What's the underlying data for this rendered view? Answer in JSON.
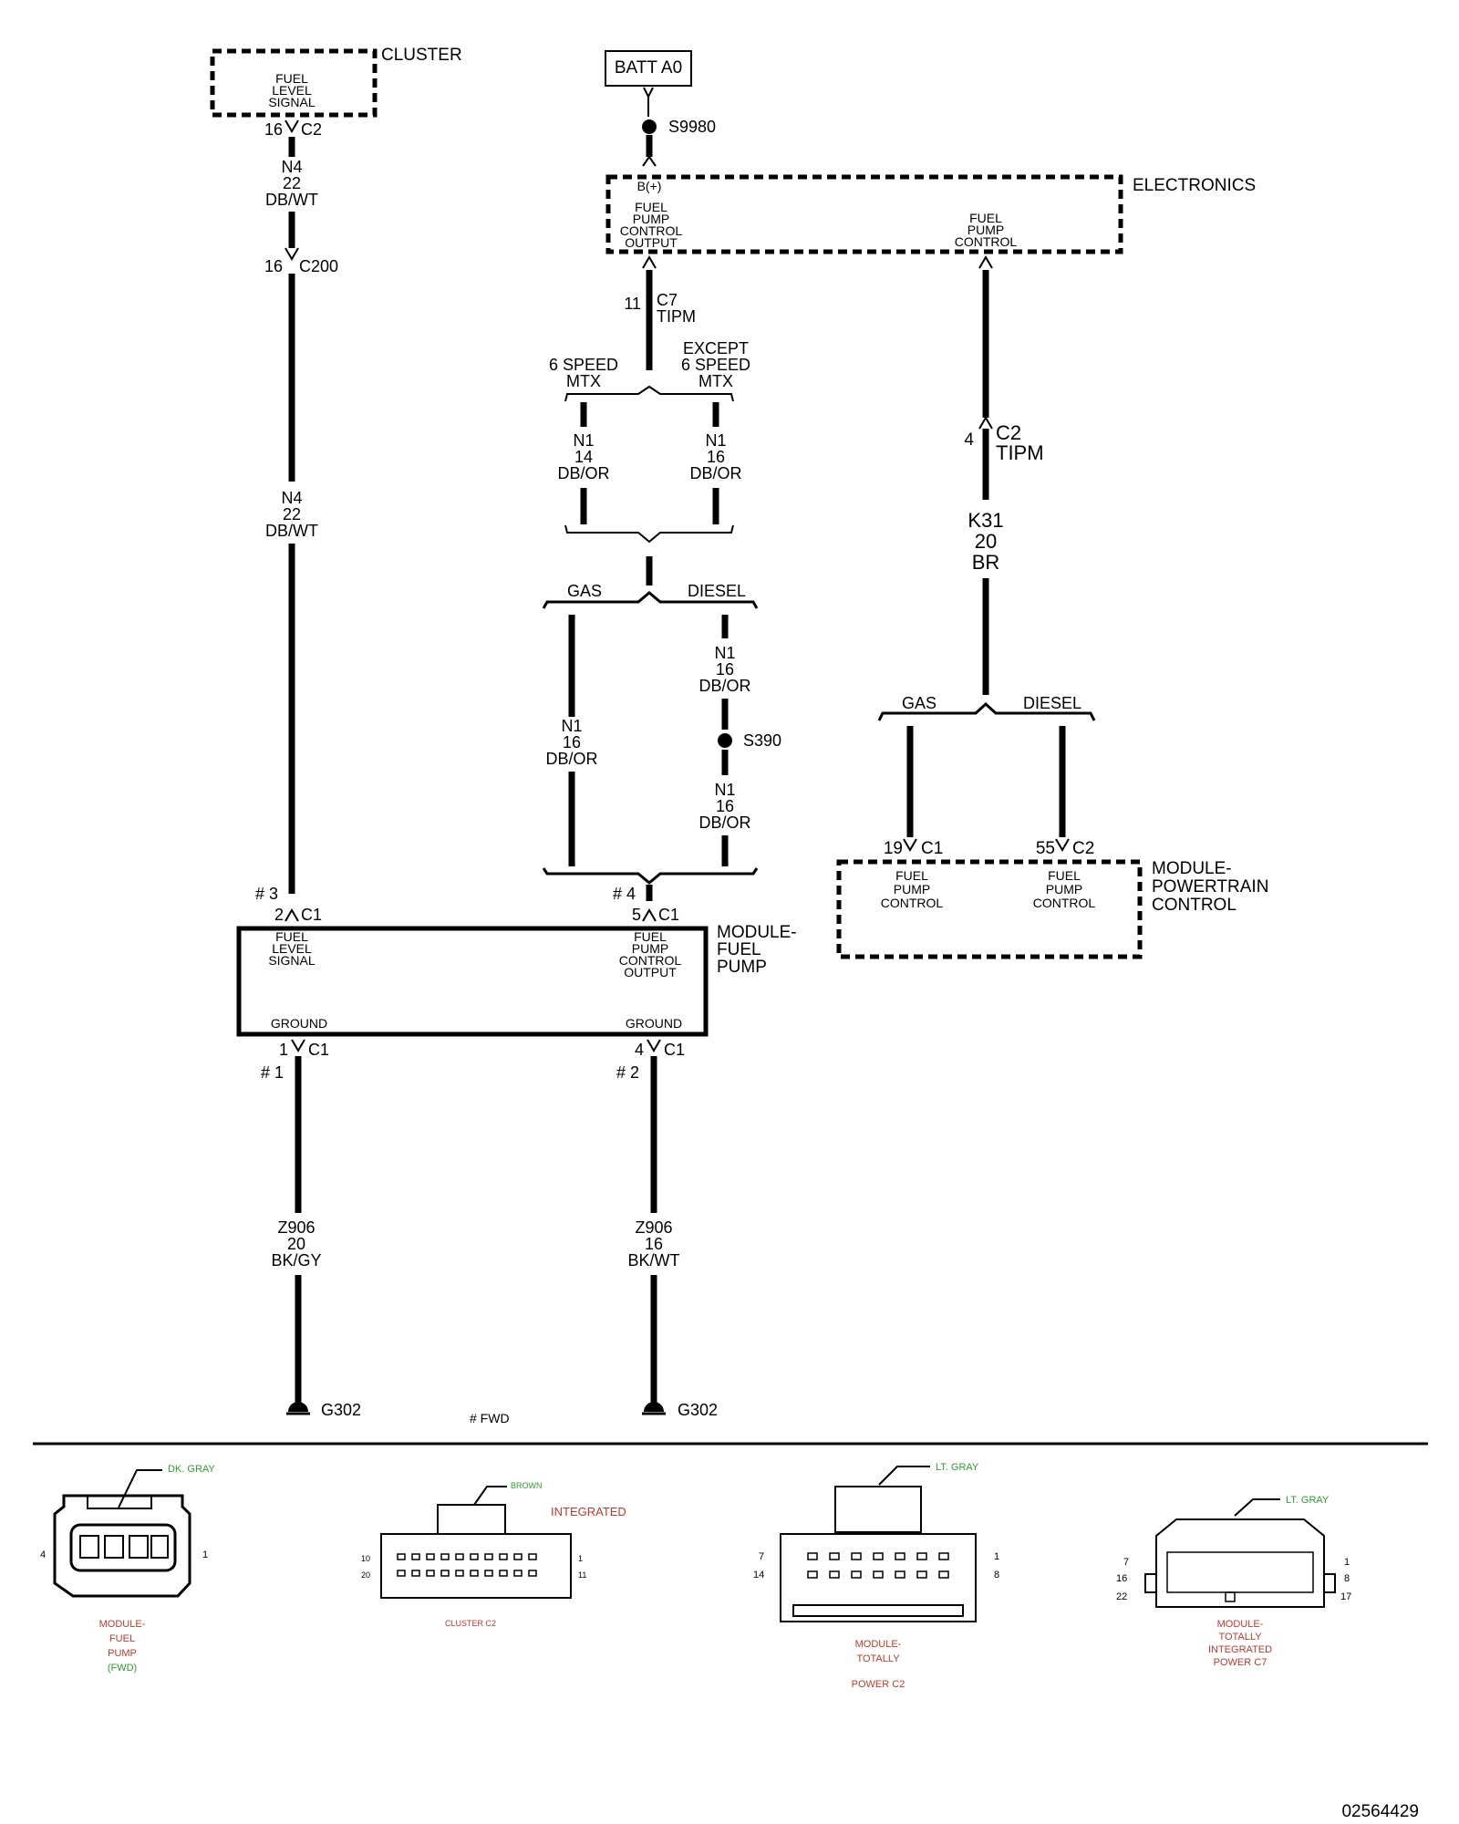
{
  "cluster": {
    "title": "CLUSTER",
    "fn_line1": "FUEL",
    "fn_line2": "LEVEL",
    "fn_line3": "SIGNAL",
    "pin": "16",
    "conn": "C2"
  },
  "n4_upper": {
    "circuit": "N4",
    "gauge": "22",
    "color": "DB/WT"
  },
  "c200": {
    "pin": "16",
    "conn": "C200"
  },
  "n4_lower": {
    "circuit": "N4",
    "gauge": "22",
    "color": "DB/WT"
  },
  "batt": {
    "label": "BATT A0",
    "splice": "S9980"
  },
  "electronics": {
    "title": "ELECTRONICS",
    "bplus": "B(+)",
    "out_l1": "FUEL",
    "out_l2": "PUMP",
    "out_l3": "CONTROL",
    "out_l4": "OUTPUT",
    "ctl_l1": "FUEL",
    "ctl_l2": "PUMP",
    "ctl_l3": "CONTROL"
  },
  "c7": {
    "pin": "11",
    "conn": "C7",
    "module": "TIPM"
  },
  "branch_trans": {
    "left_l1": "6 SPEED",
    "left_l2": "MTX",
    "right_l1": "EXCEPT",
    "right_l2": "6 SPEED",
    "right_l3": "MTX"
  },
  "n1_14": {
    "circuit": "N1",
    "gauge": "14",
    "color": "DB/OR"
  },
  "n1_16_a": {
    "circuit": "N1",
    "gauge": "16",
    "color": "DB/OR"
  },
  "branch_fuel": {
    "gas": "GAS",
    "diesel": "DIESEL"
  },
  "n1_16_diesel_top": {
    "circuit": "N1",
    "gauge": "16",
    "color": "DB/OR"
  },
  "s390": "S390",
  "n1_16_gas": {
    "circuit": "N1",
    "gauge": "16",
    "color": "DB/OR"
  },
  "n1_16_diesel_bot": {
    "circuit": "N1",
    "gauge": "16",
    "color": "DB/OR"
  },
  "c2_tipm": {
    "pin": "4",
    "conn": "C2",
    "module": "TIPM"
  },
  "k31": {
    "circuit": "K31",
    "gauge": "20",
    "color": "BR"
  },
  "branch_pcm": {
    "gas": "GAS",
    "diesel": "DIESEL"
  },
  "pcm": {
    "title_l1": "MODULE-",
    "title_l2": "POWERTRAIN",
    "title_l3": "CONTROL",
    "pin1": "19",
    "conn1": "C1",
    "pin2": "55",
    "conn2": "C2",
    "f1_l1": "FUEL",
    "f1_l2": "PUMP",
    "f1_l3": "CONTROL",
    "f2_l1": "FUEL",
    "f2_l2": "PUMP",
    "f2_l3": "CONTROL"
  },
  "fuelpump": {
    "title_l1": "MODULE-",
    "title_l2": "FUEL",
    "title_l3": "PUMP",
    "note_l": "# 3",
    "pin_l": "2",
    "conn_l": "C1",
    "note_r": "# 4",
    "pin_r": "5",
    "conn_r": "C1",
    "sig_l1": "FUEL",
    "sig_l2": "LEVEL",
    "sig_l3": "SIGNAL",
    "out_l1": "FUEL",
    "out_l2": "PUMP",
    "out_l3": "CONTROL",
    "out_l4": "OUTPUT",
    "gnd_l": "GROUND",
    "gnd_r": "GROUND",
    "bpin_l": "1",
    "bconn_l": "C1",
    "bnote_l": "# 1",
    "bpin_r": "4",
    "bconn_r": "C1",
    "bnote_r": "# 2"
  },
  "z906_left": {
    "circuit": "Z906",
    "gauge": "20",
    "color": "BK/GY"
  },
  "z906_right": {
    "circuit": "Z906",
    "gauge": "16",
    "color": "BK/WT"
  },
  "ground_left": "G302",
  "ground_right": "G302",
  "footnote": "# FWD",
  "connectors": {
    "c1": {
      "color_tag": "DK. GRAY",
      "pin_left": "4",
      "pin_right": "1",
      "cap_l1": "MODULE-",
      "cap_l2": "FUEL",
      "cap_l3": "PUMP",
      "cap_l4": "(FWD)"
    },
    "c2": {
      "color_tag": "BROWN",
      "extra": "INTEGRATED",
      "pins_tl": "10",
      "pins_bl": "20",
      "pins_tr": "1",
      "pins_br": "11",
      "caption": "CLUSTER C2"
    },
    "c3": {
      "color_tag": "LT. GRAY",
      "pins_tl": "7",
      "pins_bl": "14",
      "pins_tr": "1",
      "pins_br": "8",
      "cap_l1": "MODULE-",
      "cap_l2": "TOTALLY",
      "cap_l3": "POWER C2"
    },
    "c4": {
      "color_tag": "LT. GRAY",
      "pins_l1": "7",
      "pins_l2": "16",
      "pins_l3": "22",
      "pins_r1": "1",
      "pins_r2": "8",
      "pins_r3": "17",
      "cap_l1": "MODULE-",
      "cap_l2": "TOTALLY",
      "cap_l3": "INTEGRATED",
      "cap_l4": "POWER C7"
    }
  },
  "doc_number": "02564429",
  "colors": {
    "caption": "#c0392b",
    "color_tag": "#2e9e2e"
  }
}
